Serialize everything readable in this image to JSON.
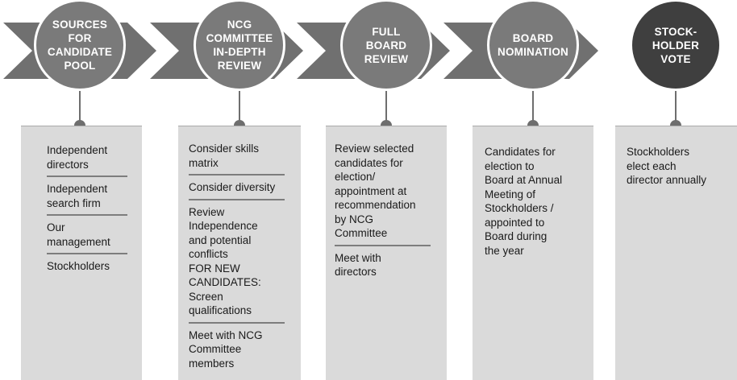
{
  "colors": {
    "chevron": "#707070",
    "circle": "#7a7a7a",
    "circle_dark": "#3f3f3f",
    "panel": "#dadada",
    "divider": "#7d7d7d"
  },
  "stages": [
    {
      "title": "SOURCES\nFOR\nCANDIDATE\nPOOL",
      "items": [
        "Independent\ndirectors",
        "Independent\nsearch firm",
        "Our\nmanagement",
        "Stockholders"
      ]
    },
    {
      "title": "NCG\nCOMMITTEE\nIN-DEPTH\nREVIEW",
      "items": [
        "Consider skills\nmatrix",
        "Consider diversity",
        "Review\nIndependence\nand potential\nconflicts\nFOR NEW\nCANDIDATES:\nScreen\nqualifications",
        "Meet with NCG\nCommittee\nmembers"
      ]
    },
    {
      "title": "FULL\nBOARD\nREVIEW",
      "items": [
        "Review selected\ncandidates for\nelection/\nappointment at\nrecommendation\nby NCG\nCommittee",
        "Meet with\ndirectors"
      ]
    },
    {
      "title": "BOARD\nNOMINATION",
      "items": [
        "Candidates for\nelection to\nBoard at Annual\nMeeting of\nStockholders /\nappointed to\nBoard during\nthe year"
      ]
    },
    {
      "title": "STOCK-\nHOLDER\nVOTE",
      "items": [
        "Stockholders\nelect each\ndirector annually"
      ]
    }
  ]
}
